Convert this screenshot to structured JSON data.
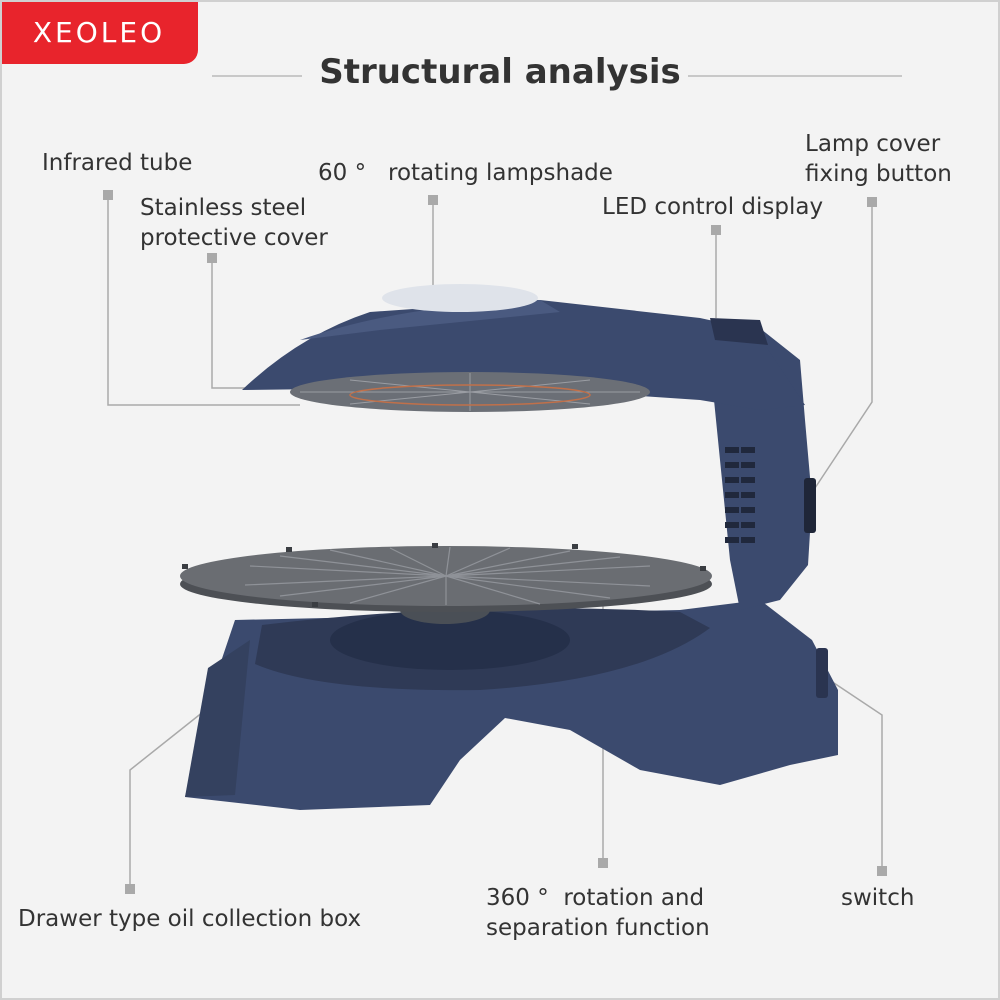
{
  "brand": {
    "logo_text": "XEOLEO",
    "logo_color": "#e8242c"
  },
  "title": "Structural analysis",
  "labels": {
    "infrared_tube": "Infrared tube",
    "rotating_lampshade": "60 °   rotating lampshade",
    "lamp_cover_1": "Lamp cover",
    "lamp_cover_2": "fixing button",
    "stainless_1": "Stainless steel",
    "stainless_2": "protective cover",
    "led_display": "LED control display",
    "drawer": "Drawer type oil collection box",
    "rotation_1": "360 °  rotation and",
    "rotation_2": "separation function",
    "switch": "switch"
  },
  "colors": {
    "body": "#3b4a6e",
    "body_dark": "#2c3858",
    "grill": "#5f6266",
    "leader": "#a9a9a9"
  }
}
